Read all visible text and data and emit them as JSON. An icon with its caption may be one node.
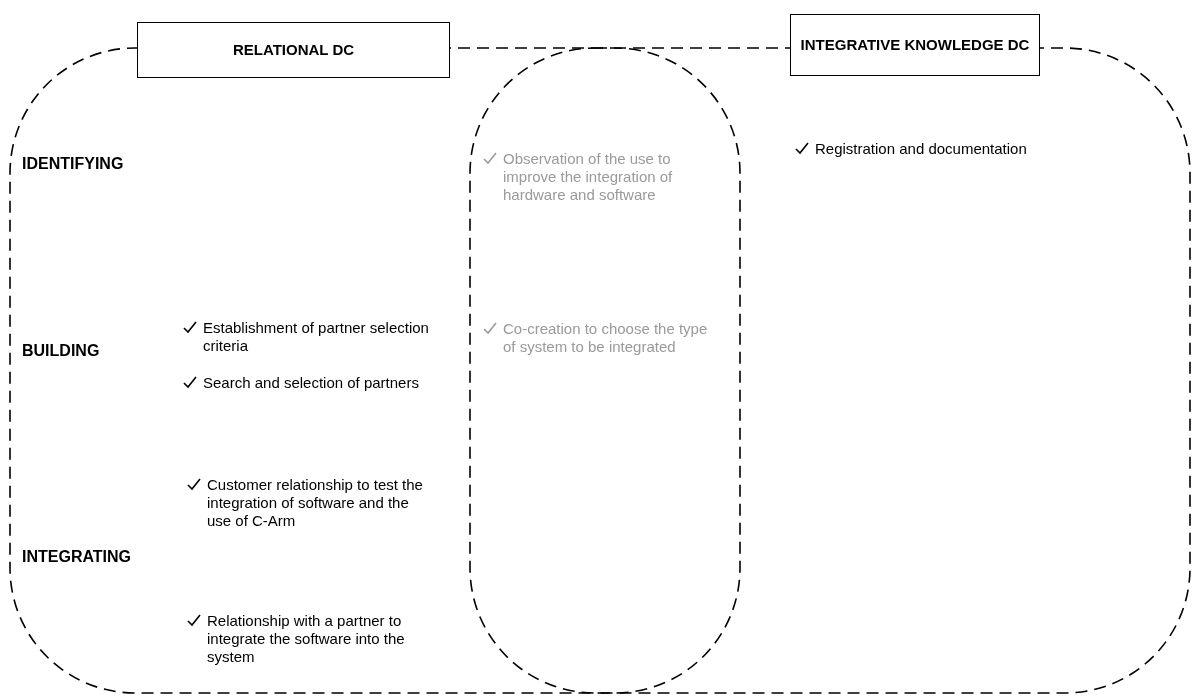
{
  "diagram": {
    "nodes": [
      {
        "text": [
          "RELATIONAL DC"
        ]
      },
      {
        "text": [
          "INTEGRATIVE KNOWLEDGE DC"
        ]
      }
    ],
    "labels": [
      "Observation of the use to improve the integration of hardware and software",
      "Registration and documentation",
      "IDENTIFYING",
      "Establishment of partner selection criteria",
      "Co-creation to choose the type of system to be integrated",
      "BUILDING",
      "Search and selection of partners",
      "Customer relationship to test the integration of software and the use of C-Arm",
      "INTEGRATING",
      "Relationship with a partner to integrate the software into the system"
    ]
  }
}
